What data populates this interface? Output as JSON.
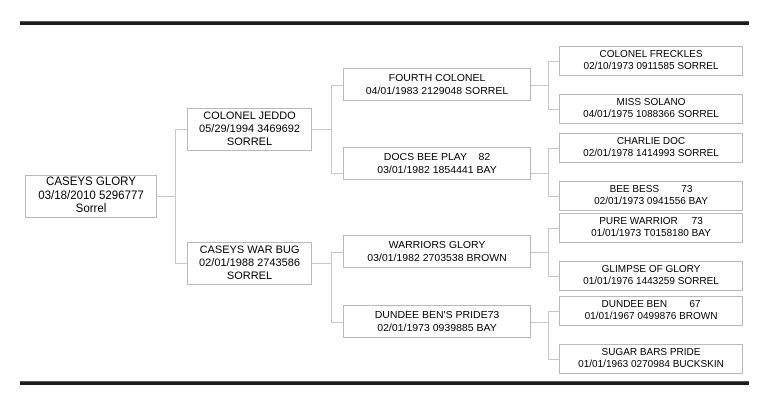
{
  "document": {
    "type": "pedigree-chart",
    "subject": "CASEYS GLORY",
    "generations": 4
  },
  "rules": {
    "top_label": "top-divider",
    "bottom_label": "bottom-divider"
  },
  "pedigree": {
    "generation1": [
      {
        "id": "caseys-glory",
        "name": "CASEYS GLORY",
        "details": "03/18/2010 5296777",
        "color": "Sorrel"
      }
    ],
    "generation2": [
      {
        "id": "colonel-jeddo",
        "name": "COLONEL JEDDO",
        "details": "05/29/1994 3469692",
        "color": "SORREL"
      },
      {
        "id": "caseys-war-bug",
        "name": "CASEYS WAR BUG",
        "details": "02/01/1988 2743586",
        "color": "SORREL"
      }
    ],
    "generation3": [
      {
        "id": "fourth-colonel",
        "name": "FOURTH COLONEL",
        "details": "04/01/1983 2129048 SORREL"
      },
      {
        "id": "docs-bee-play",
        "name": "DOCS BEE PLAY    82",
        "details": "03/01/1982 1854441 BAY"
      },
      {
        "id": "warriors-glory",
        "name": "WARRIORS GLORY",
        "details": "03/01/1982 2703538 BROWN"
      },
      {
        "id": "dundee-bens-pride",
        "name": "DUNDEE BEN'S PRIDE73",
        "details": "02/01/1973 0939885 BAY"
      }
    ],
    "generation4": [
      {
        "id": "colonel-freckles",
        "name": "COLONEL FRECKLES",
        "details": "02/10/1973 0911585 SORREL"
      },
      {
        "id": "miss-solano",
        "name": "MISS SOLANO",
        "details": "04/01/1975 1088366 SORREL"
      },
      {
        "id": "charlie-doc",
        "name": "CHARLIE DOC",
        "details": "02/01/1978 1414993 SORREL"
      },
      {
        "id": "bee-bess",
        "name": "BEE BESS        73",
        "details": "02/01/1973 0941556 BAY"
      },
      {
        "id": "pure-warrior",
        "name": "PURE WARRIOR     73",
        "details": "01/01/1973 T0158180 BAY"
      },
      {
        "id": "glimpse-of-glory",
        "name": "GLIMPSE OF GLORY",
        "details": "01/01/1976 1443259 SORREL"
      },
      {
        "id": "dundee-ben",
        "name": "DUNDEE BEN        67",
        "details": "01/01/1967 0499876 BROWN"
      },
      {
        "id": "sugar-bars-pride",
        "name": "SUGAR BARS PRIDE",
        "details": "01/01/1963 0270984 BUCKSKIN"
      }
    ]
  },
  "colors": {
    "rule": "#1d1d1d",
    "box_border": "#b9b9b9",
    "connector": "#c8c8c8",
    "text": "#000000",
    "background": "#ffffff"
  }
}
